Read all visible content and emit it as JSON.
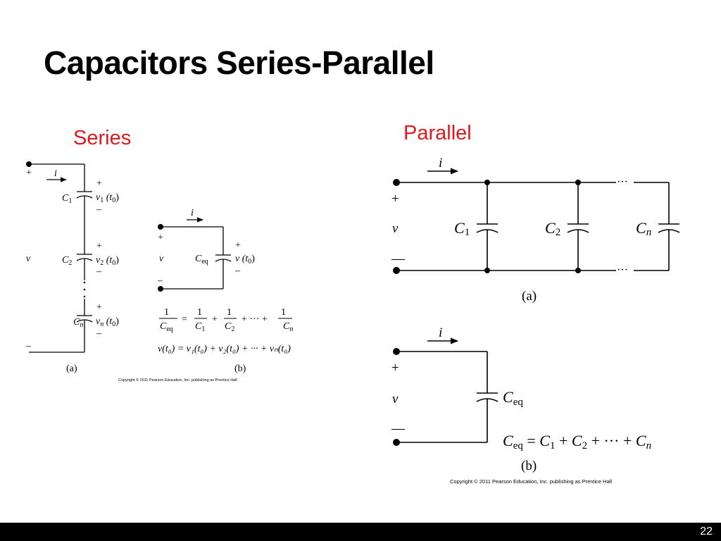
{
  "slide": {
    "title": "Capacitors Series-Parallel",
    "page_number": "22"
  },
  "series": {
    "label": "Series",
    "fig_a": {
      "plus": "+",
      "minus": "–",
      "current": "i",
      "voltage": "v",
      "cap1": {
        "name": "C",
        "sub": "1",
        "v": "v",
        "vsub": "1",
        "t0": " (t",
        "t0sub": "0",
        "close": ")"
      },
      "cap2": {
        "name": "C",
        "sub": "2",
        "v": "v",
        "vsub": "2",
        "t0": " (t",
        "t0sub": "0",
        "close": ")"
      },
      "capn": {
        "name": "C",
        "sub": "n",
        "v": "v",
        "vsub": "n",
        "t0": " (t",
        "t0sub": "0",
        "close": ")"
      },
      "cap_plus": "+",
      "cap_minus": "–",
      "caption": "(a)"
    },
    "fig_b": {
      "plus": "+",
      "minus": "–",
      "current": "i",
      "voltage": "v",
      "ceq": "C",
      "ceq_sub": "eq",
      "v_t0": "v (t",
      "v_t0_sub": "0",
      "v_close": ")",
      "formula1": {
        "one": "1",
        "ceq": "C",
        "ceq_sub": "eq",
        "eq": "=",
        "c1": "C",
        "c1_sub": "1",
        "plus": "+",
        "c2": "C",
        "c2_sub": "2",
        "dots": "+ ··· +",
        "cn": "C",
        "cn_sub": "n"
      },
      "formula2": "v(t₀) = v₁(t₀) + v₂(t₀) + ··· + vₙ(t₀)",
      "caption": "(b)"
    },
    "copyright": "Copyright © 2011 Pearson Education, Inc. publishing as Prentice Hall"
  },
  "parallel": {
    "label": "Parallel",
    "fig_a": {
      "plus": "+",
      "minus": "—",
      "current": "i",
      "voltage": "v",
      "c1": "C",
      "c1_sub": "1",
      "c2": "C",
      "c2_sub": "2",
      "cn": "C",
      "cn_sub": "n",
      "dots": "···",
      "caption": "(a)"
    },
    "fig_b": {
      "plus": "+",
      "minus": "—",
      "current": "i",
      "voltage": "v",
      "ceq": "C",
      "ceq_sub": "eq",
      "formula": {
        "ceq": "C",
        "ceq_sub": "eq",
        "rest1": " = ",
        "c1": "C",
        "c1_sub": "1",
        "plus": " + ",
        "c2": "C",
        "c2_sub": "2",
        "dots": " + ··· + ",
        "cn": "C",
        "cn_sub": "n"
      },
      "caption": "(b)"
    },
    "copyright": "Copyright © 2011 Pearson Education, Inc. publishing as Prentice Hall"
  },
  "colors": {
    "accent_red": "#e0191e",
    "text": "#000000",
    "footer": "#000000"
  }
}
